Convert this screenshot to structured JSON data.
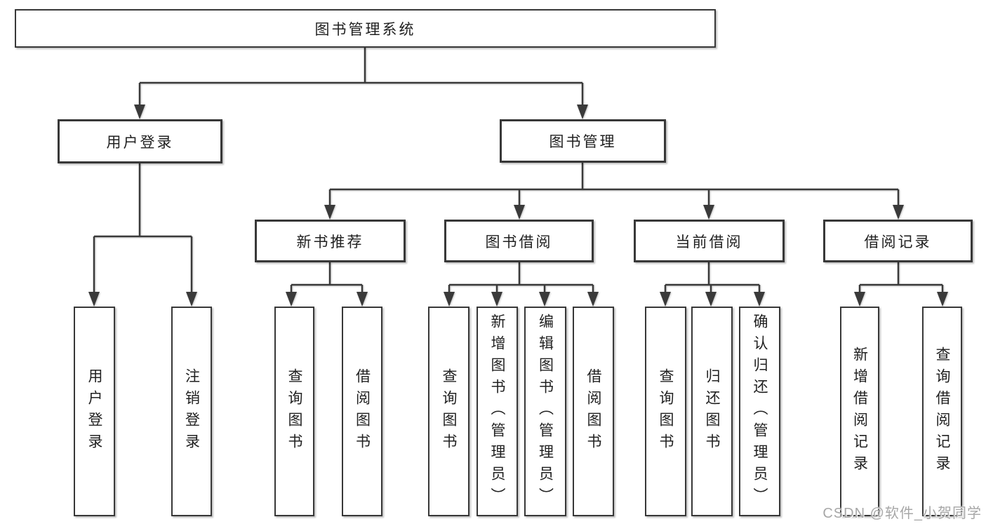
{
  "tree": {
    "label": "图书管理系统",
    "children": [
      {
        "label": "用户登录",
        "children": [
          {
            "label": "用户登录"
          },
          {
            "label": "注销登录"
          }
        ]
      },
      {
        "label": "图书管理",
        "children": [
          {
            "label": "新书推荐",
            "children": [
              {
                "label": "查询图书"
              },
              {
                "label": "借阅图书"
              }
            ]
          },
          {
            "label": "图书借阅",
            "children": [
              {
                "label": "查询图书"
              },
              {
                "label": "新增图书（管理员）"
              },
              {
                "label": "编辑图书（管理员）"
              },
              {
                "label": "借阅图书"
              }
            ]
          },
          {
            "label": "当前借阅",
            "children": [
              {
                "label": "查询图书"
              },
              {
                "label": "归还图书"
              },
              {
                "label": "确认归还（管理员）"
              }
            ]
          },
          {
            "label": "借阅记录",
            "children": [
              {
                "label": "新增借阅记录"
              },
              {
                "label": "查询借阅记录"
              }
            ]
          }
        ]
      }
    ]
  },
  "watermark": {
    "text": "CSDN @软件_小贺同学"
  },
  "colors": {
    "line": "#3a3a3a",
    "text": "#212121",
    "watermark": "#a7a7a7",
    "background": "#ffffff"
  }
}
